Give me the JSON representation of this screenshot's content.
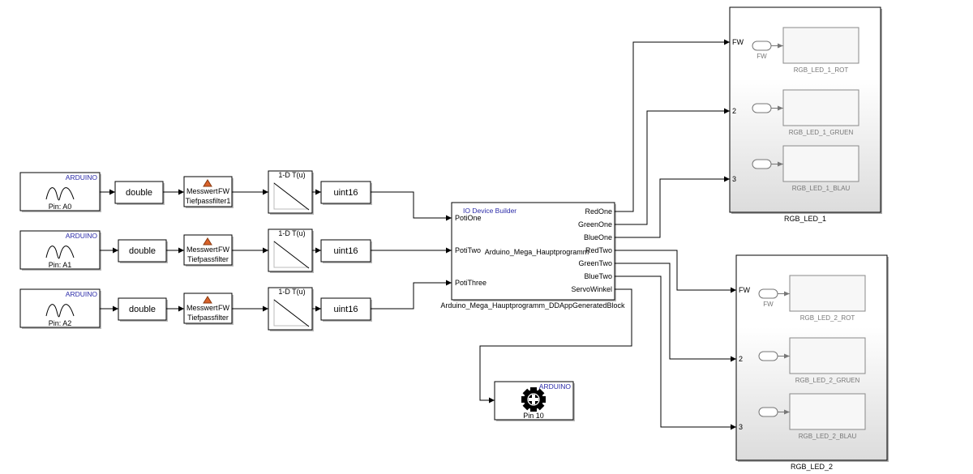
{
  "inputs": [
    {
      "brand": "ARDUINO",
      "pin": "Pin: A0",
      "convert": "double",
      "filter_in": "Messwert",
      "filter_out": "FW",
      "filter_name": "Tiefpassfilter1",
      "lookup": "1-D T(u)",
      "cast": "uint16"
    },
    {
      "brand": "ARDUINO",
      "pin": "Pin: A1",
      "convert": "double",
      "filter_in": "Messwert",
      "filter_out": "FW",
      "filter_name": "Tiefpassfilter",
      "lookup": "1-D T(u)",
      "cast": "uint16"
    },
    {
      "brand": "ARDUINO",
      "pin": "Pin: A2",
      "convert": "double",
      "filter_in": "Messwert",
      "filter_out": "FW",
      "filter_name": "Tiefpassfilter",
      "lookup": "1-D T(u)",
      "cast": "uint16"
    }
  ],
  "main": {
    "header": "IO Device Builder",
    "center": "Arduino_Mega_Hauptprogramm",
    "name": "Arduino_Mega_Hauptprogramm_DDAppGeneratedBlock",
    "in_ports": [
      "PotiOne",
      "PotiTwo",
      "PotiThree"
    ],
    "out_ports": [
      "RedOne",
      "GreenOne",
      "BlueOne",
      "RedTwo",
      "GreenTwo",
      "BlueTwo",
      "ServoWinkel"
    ]
  },
  "servo": {
    "brand": "ARDUINO",
    "pin": "Pin 10",
    "icon": "gear-plus-icon"
  },
  "led_blocks": [
    {
      "name": "RGB_LED_1",
      "ports": [
        "FW",
        "2",
        "3"
      ],
      "goto_label": "FW",
      "subs": [
        "RGB_LED_1_ROT",
        "RGB_LED_1_GRUEN",
        "RGB_LED_1_BLAU"
      ]
    },
    {
      "name": "RGB_LED_2",
      "ports": [
        "FW",
        "2",
        "3"
      ],
      "goto_label": "FW",
      "subs": [
        "RGB_LED_2_ROT",
        "RGB_LED_2_GRUEN",
        "RGB_LED_2_BLAU"
      ]
    }
  ],
  "colors": {
    "brand_text": "#2a2aa8",
    "wire": "#000000",
    "subsystem_gradient_end": "#dcdcdc"
  }
}
